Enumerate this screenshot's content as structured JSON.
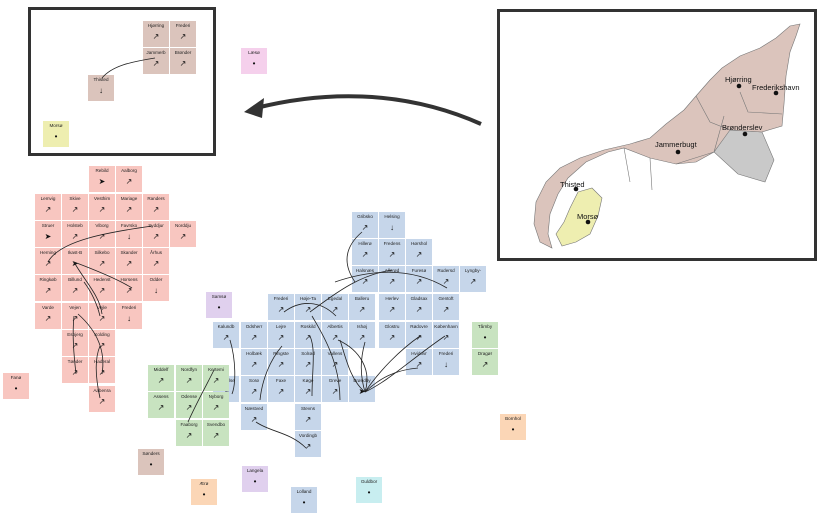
{
  "colors": {
    "nordjylland": "#dbc4bc",
    "morso_yellow": "#eeeeb0",
    "laeso_pink": "#f5d0ec",
    "midtjylland": "#f8c6c0",
    "sjaelland": "#c6d6ea",
    "fyn": "#c8e3c0",
    "purple": "#e0d0ee",
    "orange": "#fbd6b6",
    "cyan": "#c8eef0",
    "frame": "#333333",
    "arrow": "#333333"
  },
  "inset_map": {
    "cities": [
      {
        "name": "Hjørring",
        "dot": true
      },
      {
        "name": "Frederikshavn",
        "dot": true
      },
      {
        "name": "Brønderslev",
        "dot": true
      },
      {
        "name": "Jammerbugt",
        "dot": true
      },
      {
        "name": "Thisted",
        "dot": true
      },
      {
        "name": "Morsø",
        "dot": true
      }
    ]
  },
  "tiles": [
    {
      "name": "Hjørring",
      "region": "nordjylland",
      "mark": "↗"
    },
    {
      "name": "Frederi",
      "region": "nordjylland",
      "mark": "↗"
    },
    {
      "name": "Jammerb",
      "region": "nordjylland",
      "mark": "↗"
    },
    {
      "name": "Brønder",
      "region": "nordjylland",
      "mark": "↗"
    },
    {
      "name": "Thisted",
      "region": "nordjylland",
      "mark": "↓"
    },
    {
      "name": "Morsø",
      "region": "morso_yellow",
      "mark": "•"
    },
    {
      "name": "Læsø",
      "region": "laeso_pink",
      "mark": "•"
    },
    {
      "name": "Rebild",
      "region": "midtjylland",
      "mark": "➤"
    },
    {
      "name": "Aalborg",
      "region": "midtjylland",
      "mark": "↗"
    },
    {
      "name": "Lemvig",
      "region": "midtjylland",
      "mark": "↗"
    },
    {
      "name": "Skive",
      "region": "midtjylland",
      "mark": "↗"
    },
    {
      "name": "Vesthim",
      "region": "midtjylland",
      "mark": "↗"
    },
    {
      "name": "Mariage",
      "region": "midtjylland",
      "mark": "↗"
    },
    {
      "name": "Randers",
      "region": "midtjylland",
      "mark": "↗"
    },
    {
      "name": "Struer",
      "region": "midtjylland",
      "mark": "➤"
    },
    {
      "name": "Holsteb",
      "region": "midtjylland",
      "mark": "↗"
    },
    {
      "name": "Viborg",
      "region": "midtjylland",
      "mark": "↗"
    },
    {
      "name": "Favrsko",
      "region": "midtjylland",
      "mark": "↓"
    },
    {
      "name": "Syddjur",
      "region": "midtjylland",
      "mark": "↗"
    },
    {
      "name": "Norddju",
      "region": "midtjylland",
      "mark": "↗"
    },
    {
      "name": "Herning",
      "region": "midtjylland",
      "mark": "↗"
    },
    {
      "name": "Ikast-B",
      "region": "midtjylland",
      "mark": "➤"
    },
    {
      "name": "Silkebo",
      "region": "midtjylland",
      "mark": "↗"
    },
    {
      "name": "Skander",
      "region": "midtjylland",
      "mark": "↗"
    },
    {
      "name": "Århus",
      "region": "midtjylland",
      "mark": "↗"
    },
    {
      "name": "Ringkøb",
      "region": "midtjylland",
      "mark": "↗"
    },
    {
      "name": "Billund",
      "region": "midtjylland",
      "mark": "↗"
    },
    {
      "name": "Hedenst",
      "region": "midtjylland",
      "mark": "↗"
    },
    {
      "name": "Horsens",
      "region": "midtjylland",
      "mark": "↗"
    },
    {
      "name": "Odder",
      "region": "midtjylland",
      "mark": "↓"
    },
    {
      "name": "Varde",
      "region": "midtjylland",
      "mark": "↗"
    },
    {
      "name": "Vejen",
      "region": "midtjylland",
      "mark": "↗"
    },
    {
      "name": "Vejle",
      "region": "midtjylland",
      "mark": "↗"
    },
    {
      "name": "Frederi",
      "region": "midtjylland",
      "mark": "↓"
    },
    {
      "name": "Esbjerg",
      "region": "midtjylland",
      "mark": "↗"
    },
    {
      "name": "Kolding",
      "region": "midtjylland",
      "mark": "↗"
    },
    {
      "name": "Tønder",
      "region": "midtjylland",
      "mark": "↗"
    },
    {
      "name": "Haderal",
      "region": "midtjylland",
      "mark": "↗"
    },
    {
      "name": "Aabenra",
      "region": "midtjylland",
      "mark": "↗"
    },
    {
      "name": "Fanø",
      "region": "midtjylland",
      "mark": "•"
    },
    {
      "name": "Samsø",
      "region": "purple",
      "mark": "•"
    },
    {
      "name": "Gribsko",
      "region": "sjaelland",
      "mark": "↗"
    },
    {
      "name": "Helsing",
      "region": "sjaelland",
      "mark": "↓"
    },
    {
      "name": "Hillerø",
      "region": "sjaelland",
      "mark": "↗"
    },
    {
      "name": "Fredens",
      "region": "sjaelland",
      "mark": "↗"
    },
    {
      "name": "Hørshol",
      "region": "sjaelland",
      "mark": "↗"
    },
    {
      "name": "Halsnæs",
      "region": "sjaelland",
      "mark": "↗"
    },
    {
      "name": "Allerød",
      "region": "sjaelland",
      "mark": "↗"
    },
    {
      "name": "Furesø",
      "region": "sjaelland",
      "mark": "↗"
    },
    {
      "name": "Rudersd",
      "region": "sjaelland",
      "mark": "↗"
    },
    {
      "name": "Lyngby-",
      "region": "sjaelland",
      "mark": "↗"
    },
    {
      "name": "Frederi",
      "region": "sjaelland",
      "mark": "↗"
    },
    {
      "name": "Høje-Ta",
      "region": "sjaelland",
      "mark": "↗"
    },
    {
      "name": "Egedal",
      "region": "sjaelland",
      "mark": "↗"
    },
    {
      "name": "Balleru",
      "region": "sjaelland",
      "mark": "↗"
    },
    {
      "name": "Herlev",
      "region": "sjaelland",
      "mark": "↗"
    },
    {
      "name": "Gladsax",
      "region": "sjaelland",
      "mark": "↗"
    },
    {
      "name": "Gentoft",
      "region": "sjaelland",
      "mark": "↗"
    },
    {
      "name": "Kalundb",
      "region": "sjaelland",
      "mark": "↗"
    },
    {
      "name": "Odsherr",
      "region": "sjaelland",
      "mark": "↗"
    },
    {
      "name": "Lejre",
      "region": "sjaelland",
      "mark": "↗"
    },
    {
      "name": "Roskild",
      "region": "sjaelland",
      "mark": "↗"
    },
    {
      "name": "Albertis",
      "region": "sjaelland",
      "mark": "↗"
    },
    {
      "name": "Ishøj",
      "region": "sjaelland",
      "mark": "↗"
    },
    {
      "name": "Glostru",
      "region": "sjaelland",
      "mark": "↗"
    },
    {
      "name": "Rødovre",
      "region": "sjaelland",
      "mark": "↗"
    },
    {
      "name": "København",
      "region": "sjaelland",
      "mark": "↗"
    },
    {
      "name": "Holbæk",
      "region": "sjaelland",
      "mark": "↗"
    },
    {
      "name": "Ringste",
      "region": "sjaelland",
      "mark": "↗"
    },
    {
      "name": "Solrød",
      "region": "sjaelland",
      "mark": "↗"
    },
    {
      "name": "Vallens",
      "region": "sjaelland",
      "mark": "↗"
    },
    {
      "name": "Hvidovr",
      "region": "sjaelland",
      "mark": "↗"
    },
    {
      "name": "Frederi",
      "region": "sjaelland",
      "mark": "↓"
    },
    {
      "name": "Sorø",
      "region": "sjaelland",
      "mark": "↗"
    },
    {
      "name": "Faxe",
      "region": "sjaelland",
      "mark": "↗"
    },
    {
      "name": "Køge",
      "region": "sjaelland",
      "mark": "↗"
    },
    {
      "name": "Greve",
      "region": "sjaelland",
      "mark": "↗"
    },
    {
      "name": "Brøndby",
      "region": "sjaelland",
      "mark": "➤"
    },
    {
      "name": "Slagelse",
      "region": "sjaelland",
      "mark": "↗"
    },
    {
      "name": "Næstved",
      "region": "sjaelland",
      "mark": "↗"
    },
    {
      "name": "Stevns",
      "region": "sjaelland",
      "mark": "↗"
    },
    {
      "name": "Vordingb",
      "region": "sjaelland",
      "mark": "↗"
    },
    {
      "name": "Lolland",
      "region": "sjaelland",
      "mark": "•"
    },
    {
      "name": "Tårnby",
      "region": "fyn",
      "mark": "•"
    },
    {
      "name": "Dragør",
      "region": "fyn",
      "mark": "↗"
    },
    {
      "name": "Middelf",
      "region": "fyn",
      "mark": "↗"
    },
    {
      "name": "Nordfyn",
      "region": "fyn",
      "mark": "↗"
    },
    {
      "name": "Kertemi",
      "region": "fyn",
      "mark": "↗"
    },
    {
      "name": "Assens",
      "region": "fyn",
      "mark": "↗"
    },
    {
      "name": "Odense",
      "region": "fyn",
      "mark": "↗"
    },
    {
      "name": "Nyborg",
      "region": "fyn",
      "mark": "↗"
    },
    {
      "name": "Faaborg",
      "region": "fyn",
      "mark": "↗"
    },
    {
      "name": "Svendbo",
      "region": "fyn",
      "mark": "↗"
    },
    {
      "name": "Sønders",
      "region": "nordjylland",
      "mark": "•"
    },
    {
      "name": "Ærø",
      "region": "orange",
      "mark": "•"
    },
    {
      "name": "Langela",
      "region": "purple",
      "mark": "•"
    },
    {
      "name": "Bornhol",
      "region": "orange",
      "mark": "•"
    },
    {
      "name": "Guldbor",
      "region": "cyan",
      "mark": "•"
    }
  ]
}
